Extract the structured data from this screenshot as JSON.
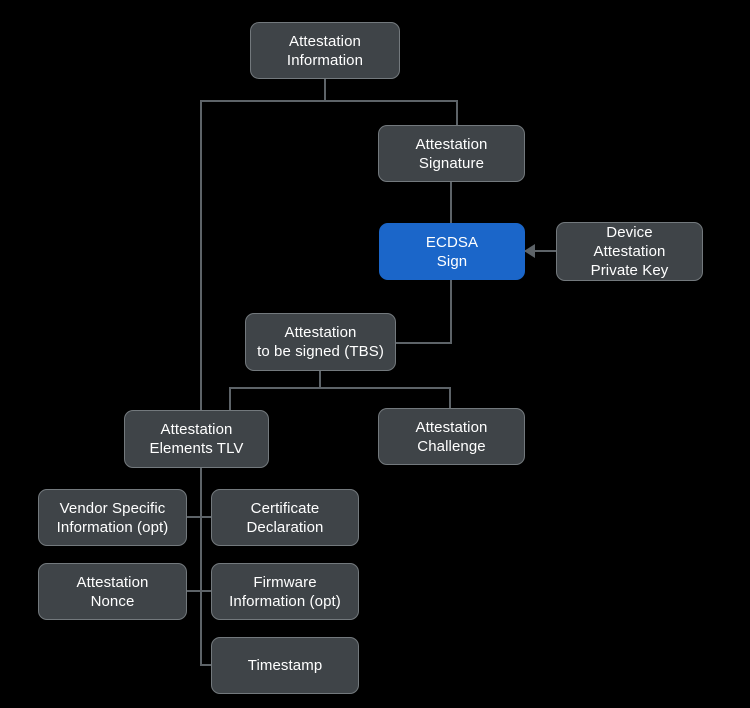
{
  "diagram": {
    "title": "Attestation Information",
    "background_color": "#000000",
    "node_fill_color": "#3f4448",
    "node_border_color": "#73797d",
    "accent_color": "#1b66c9",
    "connector_color": "#5d6368",
    "text_color": "#ffffff",
    "nodes": [
      {
        "id": "attestation-information",
        "label": "Attestation\nInformation",
        "kind": "default"
      },
      {
        "id": "attestation-signature",
        "label": "Attestation\nSignature",
        "kind": "default"
      },
      {
        "id": "ecdsa-sign",
        "label": "ECDSA\nSign",
        "kind": "accent"
      },
      {
        "id": "device-attestation-private-key",
        "label": "Device\nAttestation\nPrivate Key",
        "kind": "default"
      },
      {
        "id": "attestation-to-be-signed",
        "label": "Attestation\nto be signed (TBS)",
        "kind": "default"
      },
      {
        "id": "attestation-elements-tlv",
        "label": "Attestation\nElements TLV",
        "kind": "default"
      },
      {
        "id": "attestation-challenge",
        "label": "Attestation\nChallenge",
        "kind": "default"
      },
      {
        "id": "vendor-specific-information",
        "label": "Vendor Specific\nInformation (opt)",
        "kind": "default"
      },
      {
        "id": "certificate-declaration",
        "label": "Certificate\nDeclaration",
        "kind": "default"
      },
      {
        "id": "attestation-nonce",
        "label": "Attestation\nNonce",
        "kind": "default"
      },
      {
        "id": "firmware-information",
        "label": "Firmware\nInformation (opt)",
        "kind": "default"
      },
      {
        "id": "timestamp",
        "label": "Timestamp",
        "kind": "default"
      }
    ],
    "edges": [
      {
        "from": "attestation-information",
        "to": "attestation-signature",
        "arrow": false
      },
      {
        "from": "attestation-information",
        "to": "attestation-elements-tlv",
        "arrow": false
      },
      {
        "from": "attestation-signature",
        "to": "ecdsa-sign",
        "arrow": false
      },
      {
        "from": "device-attestation-private-key",
        "to": "ecdsa-sign",
        "arrow": true
      },
      {
        "from": "ecdsa-sign",
        "to": "attestation-to-be-signed",
        "arrow": false
      },
      {
        "from": "attestation-to-be-signed",
        "to": "attestation-elements-tlv",
        "arrow": false
      },
      {
        "from": "attestation-to-be-signed",
        "to": "attestation-challenge",
        "arrow": false
      },
      {
        "from": "attestation-elements-tlv",
        "to": "vendor-specific-information",
        "arrow": false
      },
      {
        "from": "attestation-elements-tlv",
        "to": "certificate-declaration",
        "arrow": false
      },
      {
        "from": "attestation-elements-tlv",
        "to": "attestation-nonce",
        "arrow": false
      },
      {
        "from": "attestation-elements-tlv",
        "to": "firmware-information",
        "arrow": false
      },
      {
        "from": "attestation-elements-tlv",
        "to": "timestamp",
        "arrow": false
      }
    ]
  }
}
